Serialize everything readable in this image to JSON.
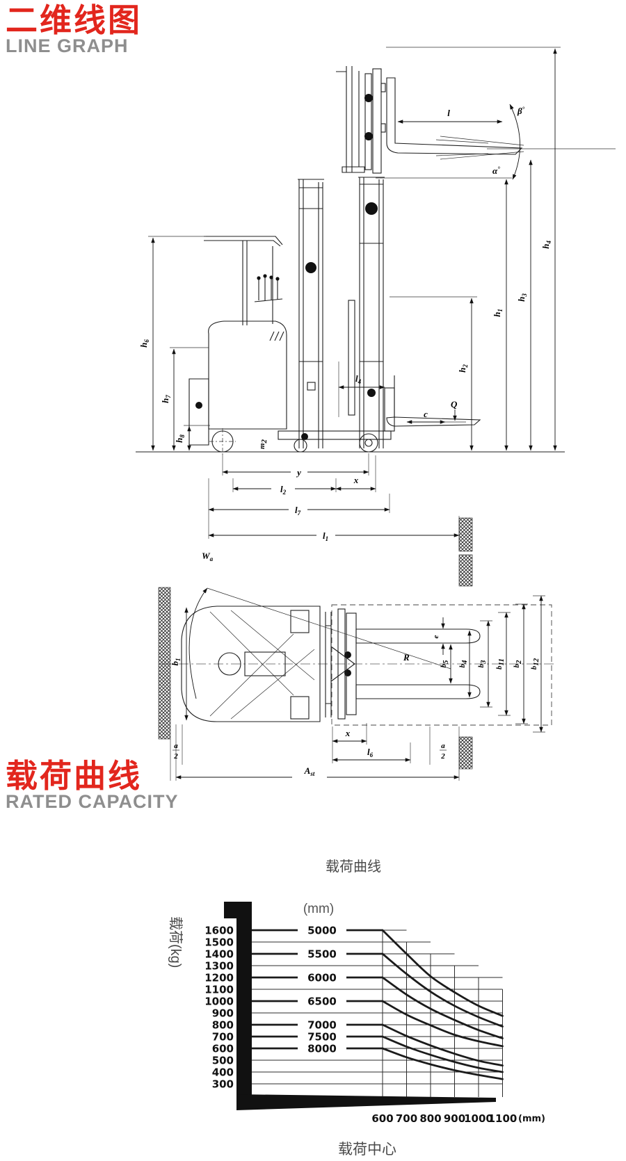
{
  "header1": {
    "title": "二维线图",
    "subtitle": "LINE GRAPH"
  },
  "header2": {
    "title": "载荷曲线",
    "subtitle": "RATED CAPACITY"
  },
  "colors": {
    "accent_red": "#e2261d",
    "subtitle_gray": "#8e8e8e",
    "line_black": "#1c1c1c"
  },
  "diagram": {
    "side": {
      "fork_length": {
        "main": "l"
      },
      "beta": {
        "main": "β",
        "suffix": "°"
      },
      "alpha": {
        "main": "α",
        "suffix": "°"
      },
      "h1": {
        "main": "h",
        "sub": "1"
      },
      "h2": {
        "main": "h",
        "sub": "2"
      },
      "h3": {
        "main": "h",
        "sub": "3"
      },
      "h4": {
        "main": "h",
        "sub": "4"
      },
      "h6": {
        "main": "h",
        "sub": "6"
      },
      "h7": {
        "main": "h",
        "sub": "7"
      },
      "h8": {
        "main": "h",
        "sub": "8"
      },
      "l4": {
        "main": "l",
        "sub": "4"
      },
      "m2": {
        "main": "m",
        "sub": "2"
      },
      "c": {
        "main": "c"
      },
      "q": {
        "main": "Q"
      },
      "y": {
        "main": "y"
      },
      "l2": {
        "main": "l",
        "sub": "2"
      },
      "x": {
        "main": "x"
      },
      "l7": {
        "main": "l",
        "sub": "7"
      },
      "l1": {
        "main": "l",
        "sub": "1"
      }
    },
    "plan": {
      "wa": {
        "main": "W",
        "sub": "a"
      },
      "b1": {
        "main": "b",
        "sub": "1"
      },
      "e": {
        "main": "e"
      },
      "r": {
        "main": "R"
      },
      "b5": {
        "main": "b",
        "sub": "5"
      },
      "b4": {
        "main": "b",
        "sub": "4"
      },
      "b3": {
        "main": "b",
        "sub": "3"
      },
      "b11": {
        "main": "b",
        "sub": "11"
      },
      "b2": {
        "main": "b",
        "sub": "2"
      },
      "b12": {
        "main": "b",
        "sub": "12"
      },
      "x": {
        "main": "x"
      },
      "l6": {
        "main": "l",
        "sub": "6"
      },
      "a2": {
        "num": "a",
        "den": "2"
      },
      "ast": {
        "main": "A",
        "sub": "st"
      }
    }
  },
  "chart_data": {
    "type": "line",
    "title": "载荷曲线",
    "ylabel": "载荷(kg)",
    "xlabel": "载荷中心",
    "x_unit": "(mm)",
    "series_unit": "(mm)",
    "x": [
      600,
      700,
      800,
      900,
      1000,
      1100
    ],
    "y_ticks": [
      300,
      400,
      500,
      600,
      700,
      800,
      900,
      1000,
      1100,
      1200,
      1300,
      1400,
      1500,
      1600
    ],
    "ylim": [
      300,
      1600
    ],
    "xlim": [
      600,
      1100
    ],
    "grid": "staircase",
    "legend_position": "inline-on-curve",
    "series": [
      {
        "name": "5000",
        "values": [
          1600,
          1400,
          1210,
          1075,
          960,
          875
        ]
      },
      {
        "name": "5500",
        "values": [
          1400,
          1230,
          1080,
          960,
          865,
          785
        ]
      },
      {
        "name": "6000",
        "values": [
          1200,
          1055,
          935,
          840,
          755,
          685
        ]
      },
      {
        "name": "6500",
        "values": [
          1000,
          885,
          795,
          715,
          660,
          618
        ]
      },
      {
        "name": "7000",
        "values": [
          800,
          705,
          625,
          555,
          495,
          455
        ]
      },
      {
        "name": "7500",
        "values": [
          700,
          615,
          545,
          485,
          435,
          400
        ]
      },
      {
        "name": "8000",
        "values": [
          600,
          525,
          465,
          415,
          375,
          340
        ]
      }
    ]
  }
}
